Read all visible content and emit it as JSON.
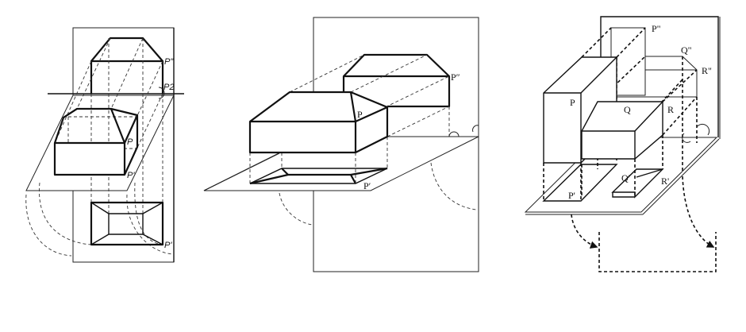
{
  "figure_1": {
    "labels": {
      "p_double": "P\"",
      "p2": "P2",
      "p": "P",
      "p_prime_box": "P'",
      "p_prime_plan": "P'"
    }
  },
  "figure_2": {
    "labels": {
      "p_double": "P″",
      "p": "P",
      "p_prime": "P′"
    }
  },
  "figure_3": {
    "labels": {
      "p_double": "P\"",
      "q_double": "Q\"",
      "r_double": "R\"",
      "p": "P",
      "q": "Q",
      "r": "R",
      "p_prime": "P'",
      "q_prime": "Q'",
      "r_prime": "R'"
    }
  }
}
